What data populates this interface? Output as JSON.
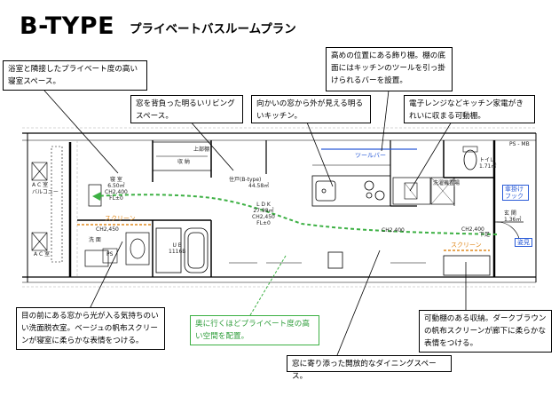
{
  "header": {
    "title": "B-TYPE",
    "subtitle": "プライベートバスルームプラン"
  },
  "callouts": {
    "bedroom": "浴室と隣接したプライベート度の高い寝室スペース。",
    "living": "窓を背負った明るいリビングスペース。",
    "kitchen_window": "向かいの窓から外が見える明るいキッチン。",
    "shelf": "高めの位置にある飾り棚。棚の底面にはキッチンのツールを引っ掛けられるバーを設置。",
    "appliance": "電子レンジなどキッチン家電がきれいに収まる可動棚。",
    "washroom": "目の前にある窓から光が入る気持ちのいい洗面脱衣室。ベージュの帆布スクリーンが寝室に柔らかな表情をつける。",
    "private_space": "奥に行くほどプライベート度の高い空間を配置。",
    "dining": "窓に寄り添った開放的なダイニングスペース。",
    "storage": "可動棚のある収納。ダークブラウンの帆布スクリーンが廊下に柔らかな表情をつける。"
  },
  "plan_labels": {
    "bedroom": "寝 室",
    "bedroom_area": "6.50㎡",
    "bedroom_ch": "CH2,400",
    "bedroom_fl": "FL±0",
    "balcony": "バルコニー",
    "ac_room1": "A C 室",
    "ac_room2": "A C 室",
    "storage_closet": "収 納",
    "upper_shelf": "上部棚",
    "unit_name": "住戸(B-type)",
    "unit_area": "44.58㎡",
    "ldk": "L D K",
    "ldk_area": "27.98㎡",
    "ldk_ch": "CH2,450",
    "ldk_fl": "FL±0",
    "ub": "U B",
    "ub_size": "1116B",
    "wash_room": "洗 面",
    "ps_left": "PS",
    "ps_right": "PS - MB",
    "toilet": "トイレ",
    "toilet_area": "1.71㎡",
    "laundry_place": "洗濯機置場",
    "hanging_hook": "傘掛け フック",
    "entrance": "玄 関",
    "entrance_area": "1.36㎡",
    "shoe_box": "下足",
    "screen_left": "スクリーン",
    "screen_right": "スクリーン",
    "tool_bar": "ツールバー",
    "mirror": "姿見",
    "ch_hall": "CH2,400",
    "ch_entry": "CH2,400",
    "ch_wash": "CH2,450"
  },
  "colors": {
    "wall": "#000000",
    "note_green": "#3cb043",
    "screen_orange": "#e08a1e",
    "label_blue": "#2a5bd7"
  }
}
